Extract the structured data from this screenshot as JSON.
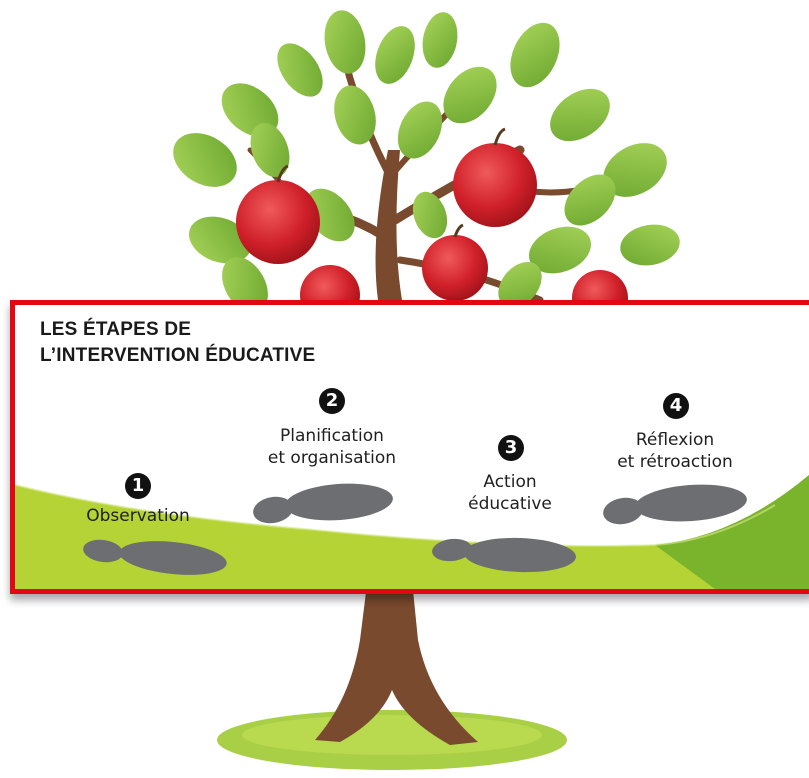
{
  "title": {
    "line1": "LES ÉTAPES DE",
    "line2": "L’INTERVENTION ÉDUCATIVE"
  },
  "steps": [
    {
      "number": "1",
      "line1": "Observation",
      "line2": ""
    },
    {
      "number": "2",
      "line1": "Planification",
      "line2": "et organisation"
    },
    {
      "number": "3",
      "line1": "Action",
      "line2": "éducative"
    },
    {
      "number": "4",
      "line1": "Réflexion",
      "line2": "et rétroaction"
    }
  ],
  "colors": {
    "frame": "#e30613",
    "leaf": "#8dc63f",
    "apple": "#d0202a",
    "trunk": "#7a4a2e",
    "ground": "#b5d334",
    "footprint": "#6d6e71"
  },
  "icons": [
    "apple-tree-illustration",
    "footprint-icon",
    "number-circle-icon"
  ]
}
